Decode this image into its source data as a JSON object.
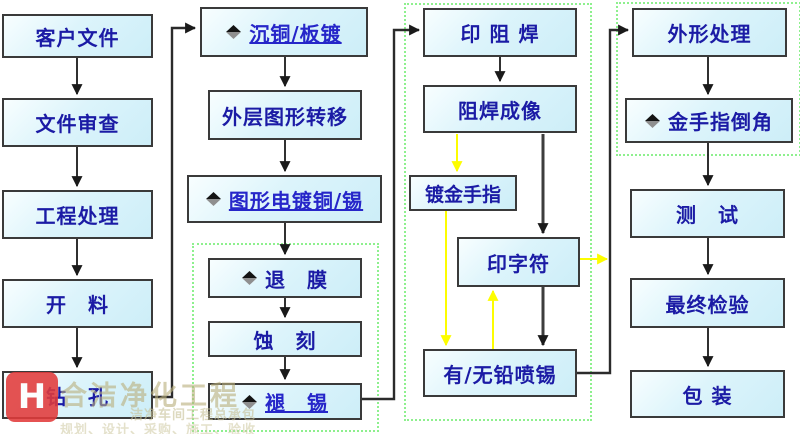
{
  "nodes": {
    "customer_files": {
      "label": "客户文件"
    },
    "file_review": {
      "label": "文件审查"
    },
    "engineering": {
      "label": "工程处理"
    },
    "cutting": {
      "label": "开　料"
    },
    "drilling": {
      "label": "钻　孔"
    },
    "copper_plating": {
      "label": "沉铜/板镀"
    },
    "outer_pattern_transfer": {
      "label": "外层图形转移"
    },
    "pattern_plating": {
      "label": "图形电镀铜/锡"
    },
    "strip_film": {
      "label": "退　膜"
    },
    "etching": {
      "label": "蚀　刻"
    },
    "strip_tin": {
      "label": "褪　锡"
    },
    "solder_mask_print": {
      "label": "印 阻 焊"
    },
    "solder_mask_imaging": {
      "label": "阻焊成像"
    },
    "gold_finger_plating": {
      "label": "镀金手指"
    },
    "legend_print": {
      "label": "印字符"
    },
    "hasl": {
      "label": "有/无铅喷锡"
    },
    "profile_processing": {
      "label": "外形处理"
    },
    "gold_finger_bevel": {
      "label": "金手指倒角"
    },
    "testing": {
      "label": "测　试"
    },
    "final_inspection": {
      "label": "最终检验"
    },
    "packaging": {
      "label": "包 装"
    }
  },
  "watermark": {
    "logo_letter": "H",
    "line1": "合洁净化工程",
    "line2": "洁净车间工程总承包",
    "line3": "规划、设计、采购、施工、验收"
  },
  "colors": {
    "node_fill": "#d6f1fa",
    "node_border": "#3a3a3a",
    "text_color": "#1b1ba5",
    "link_color": "#2626c9",
    "group_border": "#8ef08e",
    "arrow_black": "#1a1a1a",
    "arrow_yellow": "#fdfd00",
    "watermark_red": "#e23b3b"
  }
}
